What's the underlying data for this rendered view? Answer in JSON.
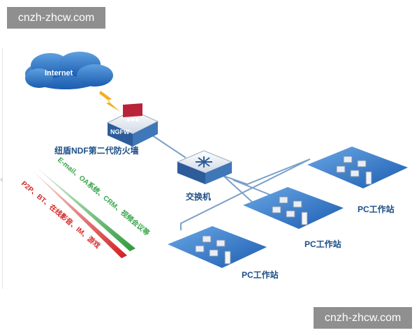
{
  "watermark": {
    "top": "cnzh-zhcw.com",
    "bottom": "cnzh-zhcw.com"
  },
  "diagram": {
    "internet_label": "Internet",
    "ngfw_label": "NGFW",
    "firewall_label": "纽盾NDF第二代防火墙",
    "switch_label": "交换机",
    "workstations": [
      {
        "label": "PC工作站"
      },
      {
        "label": "PC工作站"
      },
      {
        "label": "PC工作站"
      }
    ],
    "allowed_traffic": "E-mail、OA系统、CRM、视频会议等",
    "blocked_traffic": "P2P、BT、在线影音、IM、游戏",
    "colors": {
      "allowed": "#3aa64a",
      "blocked": "#d62b2b",
      "node_blue": "#1d4f86",
      "link": "#7aa0c8"
    }
  }
}
